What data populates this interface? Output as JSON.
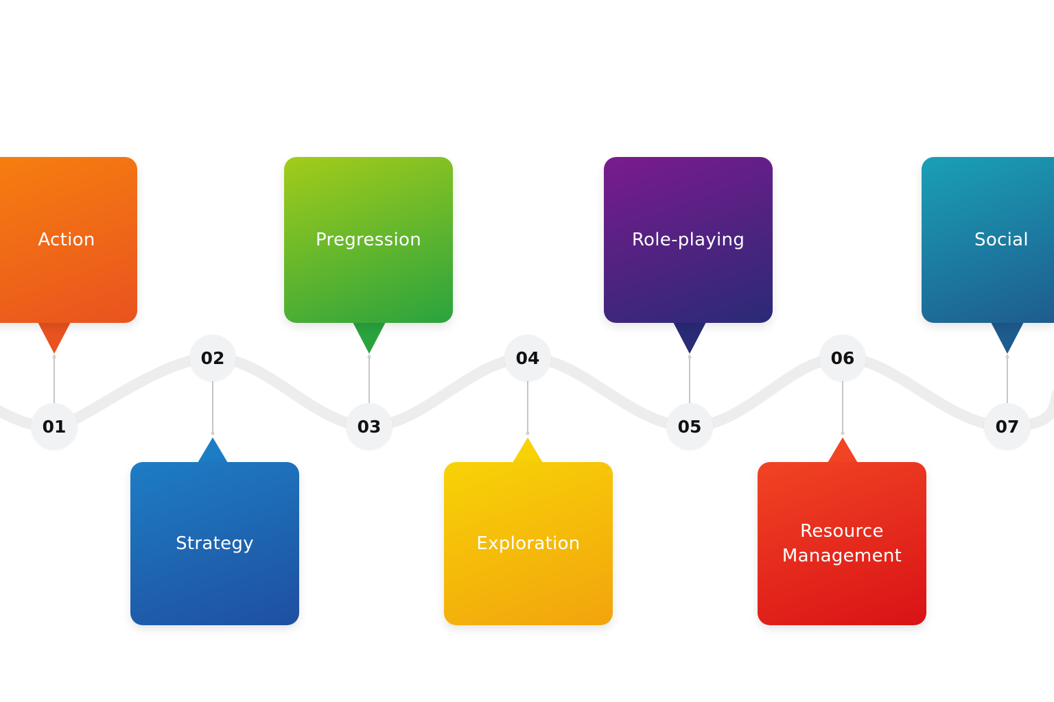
{
  "steps": [
    {
      "number": "01",
      "label": "Action",
      "position": "top",
      "color_from": "#f7800f",
      "color_to": "#e9531f"
    },
    {
      "number": "02",
      "label": "Strategy",
      "position": "bottom",
      "color_from": "#1d7dc4",
      "color_to": "#1f4fa0"
    },
    {
      "number": "03",
      "label": "Pregression",
      "position": "top",
      "color_from": "#a3cc1a",
      "color_to": "#2aa33e"
    },
    {
      "number": "04",
      "label": "Exploration",
      "position": "bottom",
      "color_from": "#f8d207",
      "color_to": "#f2a40d"
    },
    {
      "number": "05",
      "label": "Role-playing",
      "position": "top",
      "color_from": "#7a1b8c",
      "color_to": "#2a2a77"
    },
    {
      "number": "06",
      "label": "Resource Management",
      "position": "bottom",
      "color_from": "#f14424",
      "color_to": "#d91216"
    },
    {
      "number": "07",
      "label": "Social",
      "position": "top",
      "color_from": "#1aa0b6",
      "color_to": "#1e5c8e"
    }
  ],
  "colors": {
    "wave": "#ededed",
    "node_fill": "#f1f2f4",
    "node_text": "#111111",
    "connector": "#b8b8b8",
    "card_text": "#ffffff"
  }
}
